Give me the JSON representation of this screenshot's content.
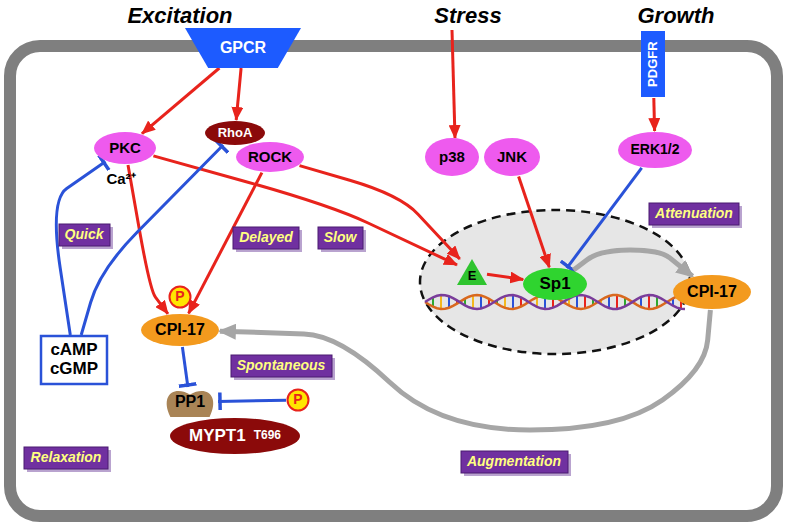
{
  "diagram": {
    "nodes": [
      {
        "text": [
          "GPCR"
        ]
      },
      {
        "text": [
          "PKC"
        ]
      },
      {
        "text": [
          "RhoA"
        ]
      },
      {
        "text": [
          "ROCK"
        ]
      },
      {
        "text": [
          "p38"
        ]
      },
      {
        "text": [
          "JNK"
        ]
      },
      {
        "text": [
          "PDGFR"
        ]
      },
      {
        "text": [
          "ERK1/2"
        ]
      },
      {
        "text": [
          "Quick"
        ]
      },
      {
        "text": [
          "Delayed"
        ]
      },
      {
        "text": [
          "Slow"
        ]
      },
      {
        "text": [
          "Attenuation"
        ]
      },
      {
        "text": [
          "P"
        ]
      },
      {
        "text": [
          "CPI-17"
        ]
      },
      {
        "text": [
          "E"
        ]
      },
      {
        "text": [
          "Sp1"
        ]
      },
      {
        "text": [
          "CPI-17"
        ]
      },
      {
        "text": [
          "cAMP cGMP"
        ]
      },
      {
        "text": [
          "Relaxation"
        ]
      },
      {
        "text": [
          "PP1"
        ]
      },
      {
        "text": [
          "Spontaneous"
        ]
      },
      {
        "text": [
          "P"
        ]
      },
      {
        "text": [
          "MYPT1",
          "T696"
        ]
      },
      {
        "text": [
          "Augmentation"
        ]
      }
    ],
    "edges": [
      {
        "from": 0,
        "to": 1,
        "arrow": "to"
      },
      {
        "from": 0,
        "to": 2,
        "arrow": "to"
      },
      {
        "from": 1,
        "to": 13,
        "arrow": "to"
      },
      {
        "from": 3,
        "to": 13,
        "arrow": "to"
      },
      {
        "from": 1,
        "to": 14,
        "arrow": "to"
      },
      {
        "from": 3,
        "to": 14,
        "arrow": "to"
      },
      {
        "from": 5,
        "to": 15,
        "arrow": "to"
      },
      {
        "from": 6,
        "to": 7,
        "arrow": "to"
      },
      {
        "from": 7,
        "to": 15,
        "arrow": "to"
      },
      {
        "from": 14,
        "to": 15,
        "arrow": "to"
      },
      {
        "from": 15,
        "to": 16,
        "arrow": "to"
      },
      {
        "from": 16,
        "to": 13,
        "arrow": "to"
      },
      {
        "from": 13,
        "to": 19,
        "arrow": "to"
      },
      {
        "from": 21,
        "to": 19,
        "arrow": "to"
      },
      {
        "from": 17,
        "to": 1,
        "arrow": "to"
      },
      {
        "from": 17,
        "to": 2,
        "arrow": "to"
      }
    ],
    "labels": [
      "Excitation",
      "Stress",
      "Growth",
      "Ca²⁺"
    ]
  }
}
